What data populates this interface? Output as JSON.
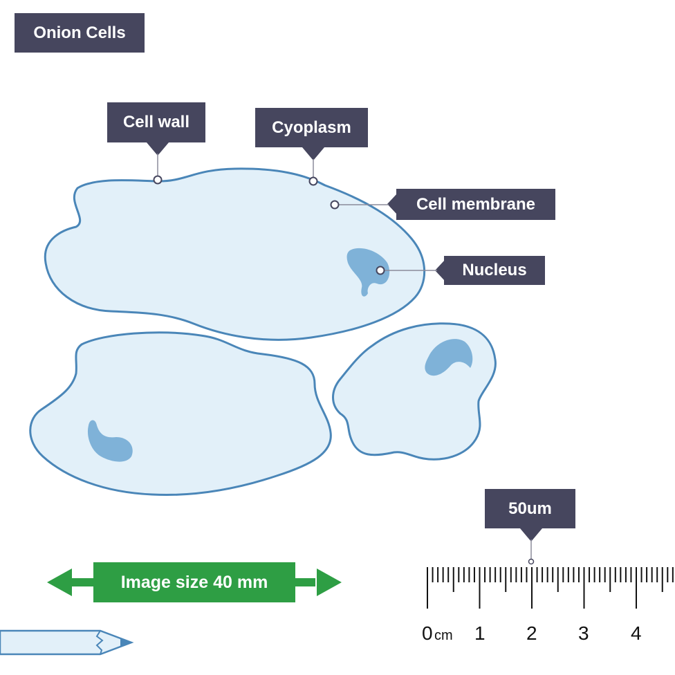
{
  "title": "Onion Cells",
  "labels": {
    "cell_wall": "Cell wall",
    "cytoplasm": "Cyoplasm",
    "cell_membrane": "Cell membrane",
    "nucleus": "Nucleus"
  },
  "scale_marker": "50um",
  "image_size": "Image size 40 mm",
  "ruler": {
    "numbers": [
      "0",
      "1",
      "2",
      "3",
      "4"
    ],
    "unit": "cm"
  },
  "colors": {
    "label_bg": "#46465e",
    "cell_fill": "#e2f0f9",
    "cell_outline": "#4a86b8",
    "nucleus_fill": "#7fb2d8",
    "arrow_green": "#2e9e44"
  }
}
